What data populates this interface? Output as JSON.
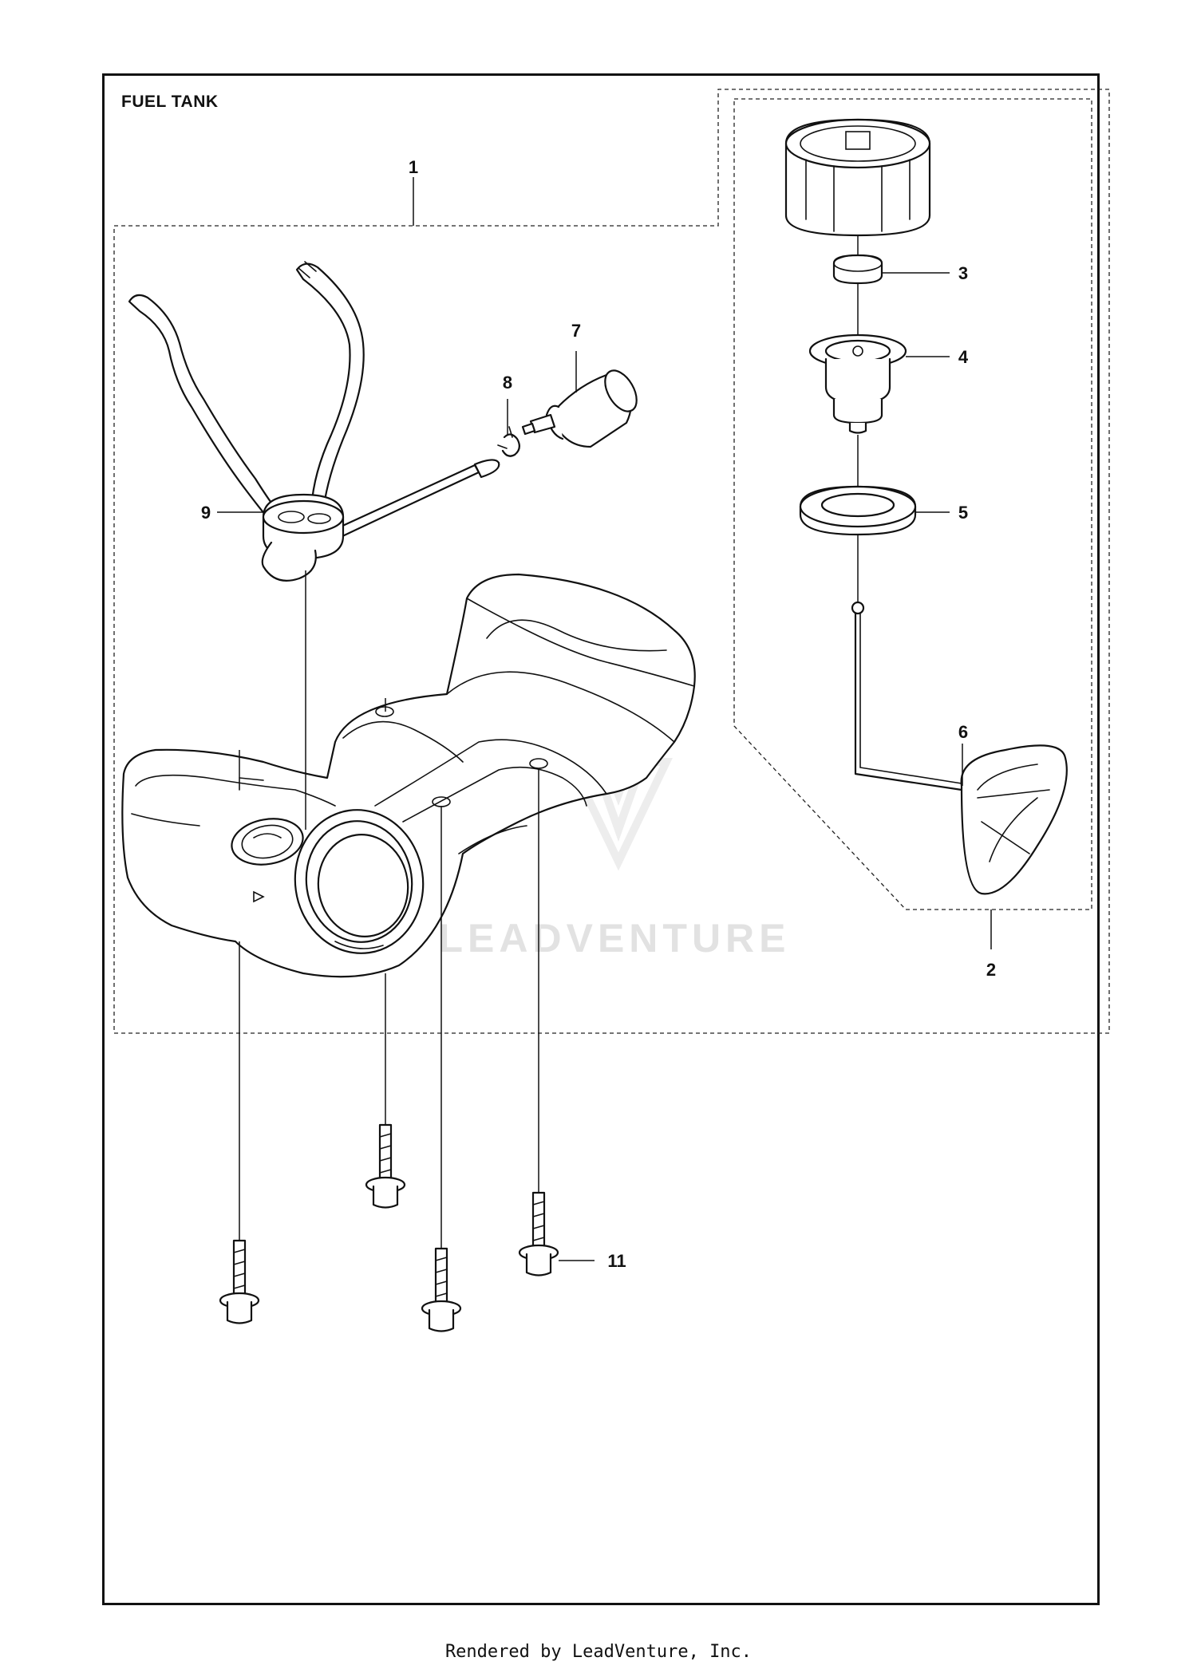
{
  "title": "FUEL TANK",
  "footer": "Rendered by LeadVenture, Inc.",
  "watermark": "LEADVENTURE",
  "callouts": {
    "c1": "1",
    "c2": "2",
    "c3": "3",
    "c4": "4",
    "c5": "5",
    "c6": "6",
    "c7": "7",
    "c8": "8",
    "c9": "9",
    "c11": "11"
  },
  "colors": {
    "line": "#111111",
    "watermark": "#d9d9d9",
    "background": "#ffffff"
  }
}
